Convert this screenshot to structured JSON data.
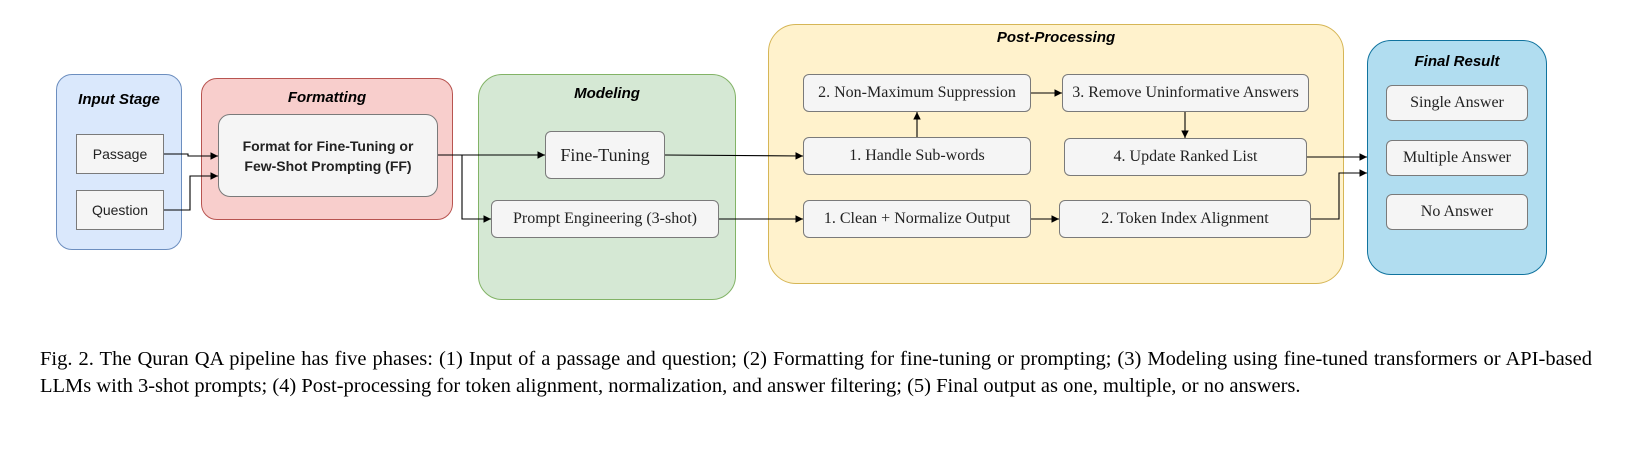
{
  "stages": {
    "input": {
      "title": "Input Stage",
      "passage": "Passage",
      "question": "Question",
      "fill": "#dae8fc",
      "stroke": "#6c8ebf"
    },
    "formatting": {
      "title": "Formatting",
      "format_box": "Format for Fine-Tuning or Few-Shot Prompting (FF)",
      "fill": "#f8cecc",
      "stroke": "#b85450"
    },
    "modeling": {
      "title": "Modeling",
      "fine_tuning": "Fine-Tuning",
      "prompt_engineering": "Prompt Engineering (3-shot)",
      "fill": "#d5e8d4",
      "stroke": "#82b366"
    },
    "post_processing": {
      "title": "Post-Processing",
      "nms": "2. Non-Maximum Suppression",
      "remove_uninformative": "3. Remove Uninformative Answers",
      "handle_subwords": "1. Handle Sub-words",
      "update_ranked": "4. Update Ranked List",
      "clean_normalize": "1. Clean + Normalize Output",
      "token_alignment": "2. Token Index Alignment",
      "fill": "#fff2cc",
      "stroke": "#d6b656"
    },
    "final": {
      "title": "Final Result",
      "single": "Single Answer",
      "multiple": "Multiple Answer",
      "none": "No Answer",
      "fill": "#b1ddf0",
      "stroke": "#10739e"
    }
  },
  "caption": "Fig. 2.  The Quran QA pipeline has five phases: (1) Input of a passage and question; (2) Formatting for fine-tuning or prompting; (3) Modeling using fine-tuned transformers or API-based LLMs with 3-shot prompts; (4) Post-processing for token alignment, normalization, and answer filtering; (5) Final output as one, multiple, or no answers."
}
